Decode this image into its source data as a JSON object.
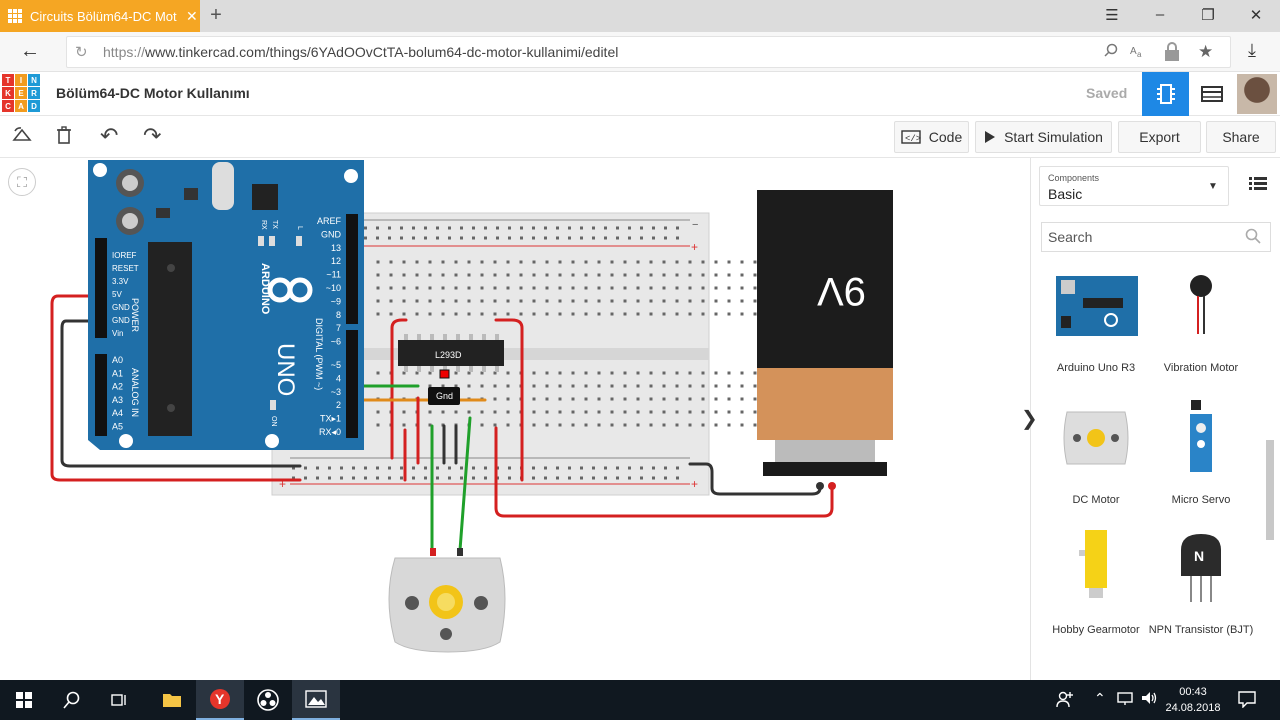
{
  "browser": {
    "tab_title": "Circuits Bölüm64-DC Mot",
    "tab_close": "✕",
    "new_tab": "+",
    "window_menu": "☰",
    "minimize": "–",
    "restore": "❐",
    "close": "✕",
    "back": "←",
    "reload": "↻",
    "url_scheme": "https://",
    "url_rest": "www.tinkercad.com/things/6YAdOOvCtTA-bolum64-dc-motor-kullanimi/editel",
    "download": "⤓"
  },
  "app": {
    "logo_letters": [
      "T",
      "I",
      "N",
      "K",
      "E",
      "R",
      "C",
      "A",
      "D"
    ],
    "logo_colors": [
      "#e5352b",
      "#f29c1f",
      "#1e9ad6",
      "#e5352b",
      "#f29c1f",
      "#1e9ad6",
      "#e5352b",
      "#f29c1f",
      "#1e9ad6"
    ],
    "doc_title": "Bölüm64-DC Motor Kullanımı",
    "saved_label": "Saved",
    "accent": "#1e88e5"
  },
  "toolbar": {
    "code_label": "Code",
    "start_label": "Start Simulation",
    "export_label": "Export",
    "share_label": "Share",
    "undo": "↶",
    "redo": "↷"
  },
  "circuit": {
    "arduino": {
      "brand": "ARDUINO",
      "model": "UNO",
      "power_header": "POWER",
      "analog_header": "ANALOG IN",
      "digital_header": "DIGITAL (PWM ~)",
      "left_pins": [
        "IOREF",
        "RESET",
        "3.3V",
        "5V",
        "GND",
        "GND",
        "Vin"
      ],
      "analog_pins": [
        "A0",
        "A1",
        "A2",
        "A3",
        "A4",
        "A5"
      ],
      "right_pins": [
        "AREF",
        "GND",
        "13",
        "12",
        "~11",
        "~10",
        "~9",
        "8",
        "7",
        "~6",
        "~5",
        "4",
        "~3",
        "2",
        "TX▸1",
        "RX◂0"
      ],
      "tx_label": "TX",
      "rx_label": "RX",
      "l_label": "L",
      "on_label": "ON"
    },
    "chip_label": "L293D",
    "tooltip": "Gnd",
    "battery_label": "9V",
    "breadboard_plus": "+",
    "breadboard_minus": "−"
  },
  "panel": {
    "components_label": "Components",
    "components_value": "Basic",
    "search_placeholder": "Search",
    "collapse": "❯",
    "items": [
      {
        "label": "Arduino Uno R3"
      },
      {
        "label": "Vibration Motor"
      },
      {
        "label": "DC Motor"
      },
      {
        "label": "Micro Servo"
      },
      {
        "label": "Hobby Gearmotor"
      },
      {
        "label": "NPN Transistor (BJT)"
      }
    ],
    "npn_letter": "N"
  },
  "taskbar": {
    "time": "00:43",
    "date": "24.08.2018"
  }
}
